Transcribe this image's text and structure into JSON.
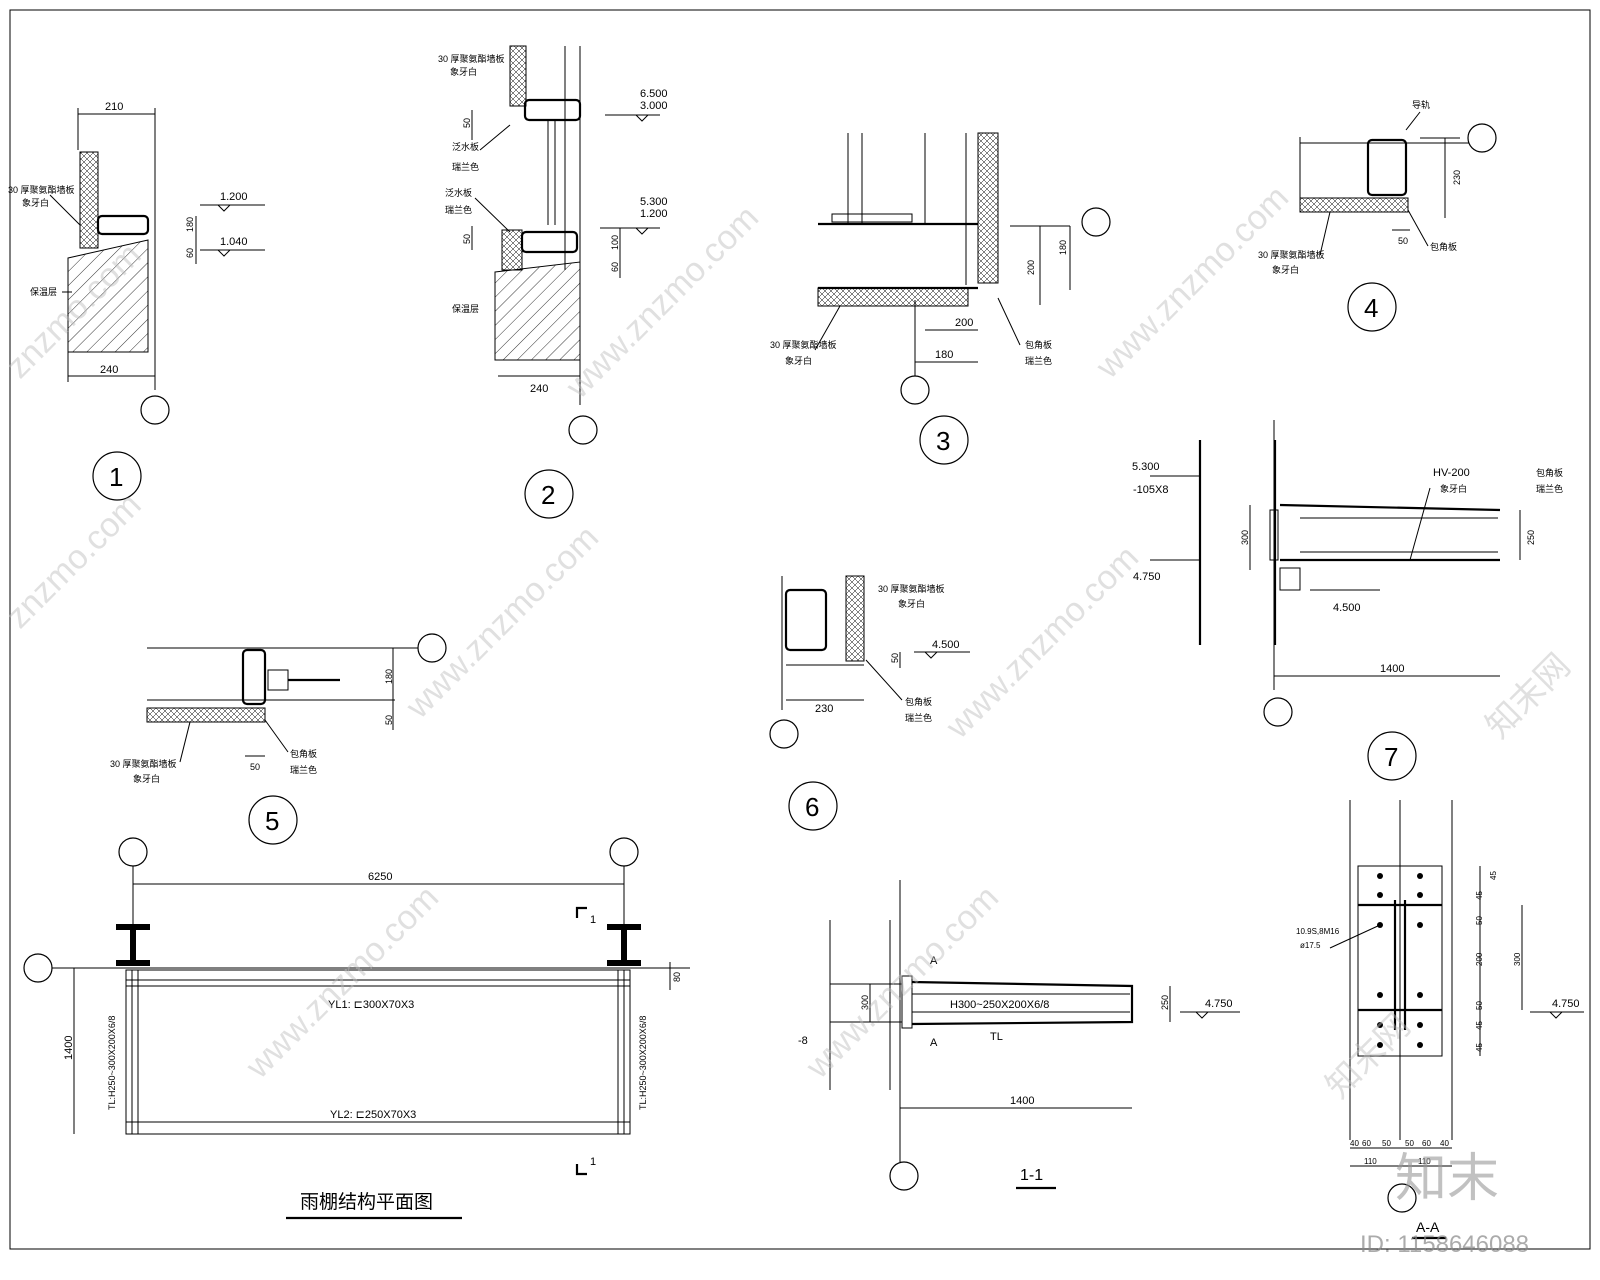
{
  "watermark": {
    "brand": "知末",
    "id_text": "ID: 1158646088",
    "site": "znzmo.com",
    "site_full": "www.znzmo.com",
    "brand_logo": "知末网"
  },
  "details": {
    "d1": {
      "num": "1",
      "dim_top": "210",
      "dim_bot": "240",
      "lbl_panel_a": "30 厚聚氨酯墙板",
      "lbl_panel_b": "象牙白",
      "lbl_ins": "保温层",
      "el_a": "1.200",
      "el_b": "1.040",
      "dim_a": "180",
      "dim_b": "60"
    },
    "d2": {
      "num": "2",
      "lbl_panel_a": "30 厚聚氨酯墙板",
      "lbl_panel_b": "象牙白",
      "lbl_flash_a": "泛水板",
      "lbl_flash_b": "瑞兰色",
      "lbl_flash2_a": "泛水板",
      "lbl_flash2_b": "瑞兰色",
      "lbl_ins": "保温层",
      "el_a1": "6.500",
      "el_a2": "3.000",
      "el_b1": "5.300",
      "el_b2": "1.200",
      "dim_50a": "50",
      "dim_50b": "50",
      "dim_100": "100",
      "dim_60": "60",
      "dim_bot": "240"
    },
    "d3": {
      "num": "3",
      "lbl_panel_a": "30 厚聚氨酯墙板",
      "lbl_panel_b": "象牙白",
      "lbl_trim_a": "包角板",
      "lbl_trim_b": "瑞兰色",
      "dim_200v": "200",
      "dim_180v": "180",
      "dim_200h": "200",
      "dim_180h": "180"
    },
    "d4": {
      "num": "4",
      "lbl_top": "导轨",
      "lbl_panel_a": "30 厚聚氨酯墙板",
      "lbl_panel_b": "象牙白",
      "lbl_trim": "包角板",
      "dim_230": "230",
      "dim_50": "50"
    },
    "d5": {
      "num": "5",
      "lbl_panel_a": "30 厚聚氨酯墙板",
      "lbl_panel_b": "象牙白",
      "lbl_trim_a": "包角板",
      "lbl_trim_b": "瑞兰色",
      "dim_180": "180",
      "dim_50v": "50",
      "dim_50h": "50"
    },
    "d6": {
      "num": "6",
      "lbl_panel_a": "30 厚聚氨酯墙板",
      "lbl_panel_b": "象牙白",
      "lbl_trim_a": "包角板",
      "lbl_trim_b": "瑞兰色",
      "el": "4.500",
      "dim_50": "50",
      "dim_230": "230"
    },
    "d7": {
      "num": "7",
      "el_a": "5.300",
      "plate": "-105X8",
      "el_b": "4.750",
      "el_c": "4.500",
      "beam": "HV-200",
      "beam_b": "象牙白",
      "lbl_trim_a": "包角板",
      "lbl_trim_b": "瑞兰色",
      "dim_300": "300",
      "dim_250": "250",
      "dim_1400": "1400"
    }
  },
  "plan": {
    "title": "雨棚结构平面图",
    "span": "6250",
    "depth": "1400",
    "dim_80": "80",
    "yl1": "YL1: ⊏300X70X3",
    "yl2": "YL2: ⊏250X70X3",
    "tl_left": "TL:H250~300X200X6/8",
    "tl_right": "TL:H250~300X200X6/8",
    "sec_top": "1",
    "sec_bot": "1"
  },
  "section11": {
    "title": "1-1",
    "beam": "H300~250X200X6/8",
    "tl": "TL",
    "plate": "-8",
    "dim_300": "300",
    "dim_250": "250",
    "dim_1400": "1400",
    "el": "4.750",
    "cut_a": "A",
    "cut_b": "A"
  },
  "sectionAA": {
    "title": "A-A",
    "bolt": "10.9S,8M16",
    "hole": "ø17.5",
    "el": "4.750",
    "dims_right": [
      "45",
      "45",
      "50",
      "200",
      "50",
      "45",
      "45"
    ],
    "dim_300": "300",
    "dims_bot": [
      "40",
      "60",
      "50",
      "50",
      "60",
      "40"
    ],
    "dims_bot2": [
      "110",
      "110"
    ]
  }
}
